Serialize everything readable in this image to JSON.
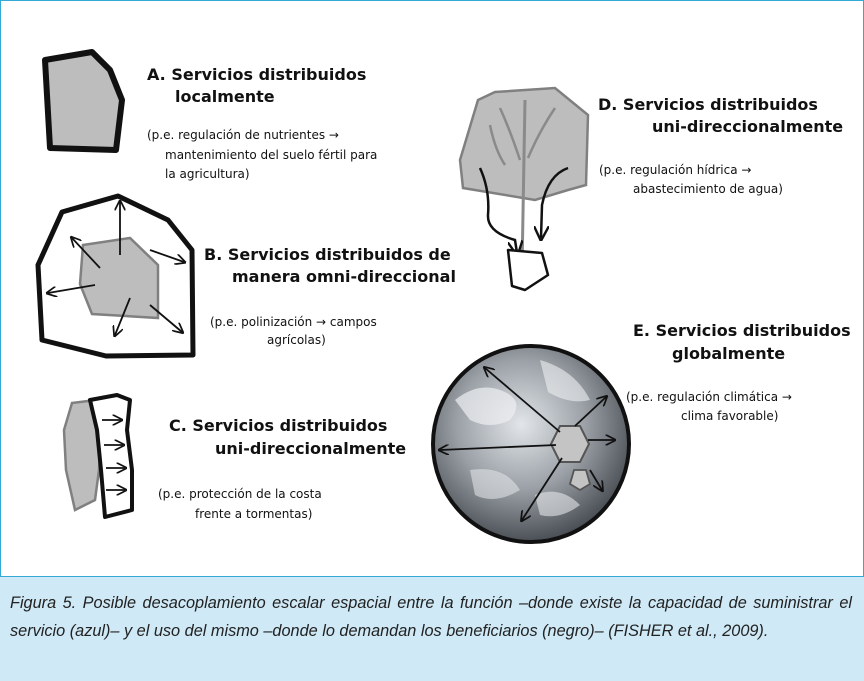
{
  "panels": {
    "a": {
      "title": "A.   Servicios distribuidos",
      "title2": "localmente",
      "note1": "(p.e. regulación de nutrientes →",
      "note2": "mantenimiento del suelo fértil para",
      "note3": "la agricultura)"
    },
    "b": {
      "title": "B. Servicios distribuidos de",
      "title2": "manera omni-direccional",
      "note1": "(p.e. polinización → campos",
      "note2": "agrícolas)"
    },
    "c": {
      "title": "C. Servicios distribuidos",
      "title2": "uni-direccionalmente",
      "note1": "(p.e. protección de la costa",
      "note2": "frente a tormentas)"
    },
    "d": {
      "title": "D. Servicios distribuidos",
      "title2": "uni-direccionalmente",
      "note1": "(p.e. regulación hídrica →",
      "note2": "abastecimiento de agua)"
    },
    "e": {
      "title": "E. Servicios distribuidos",
      "title2": "globalmente",
      "note1": "(p.e.  regulación climática →",
      "note2": "clima favorable)"
    }
  },
  "caption": {
    "part1": "Figura 5. Posible desacoplamiento escalar espacial entre la función –donde existe la capacidad de suministrar el servicio (azul)– y el uso del mismo –donde lo demandan los beneficiarios (negro)– (",
    "author": "FISHER",
    "part2": " et al., 2009)."
  },
  "colors": {
    "frame": "#35a9d6",
    "caption_bg": "#cfe9f6",
    "function_fill": "#bdbdbd",
    "function_stroke": "#808080",
    "use_stroke": "#111111"
  }
}
